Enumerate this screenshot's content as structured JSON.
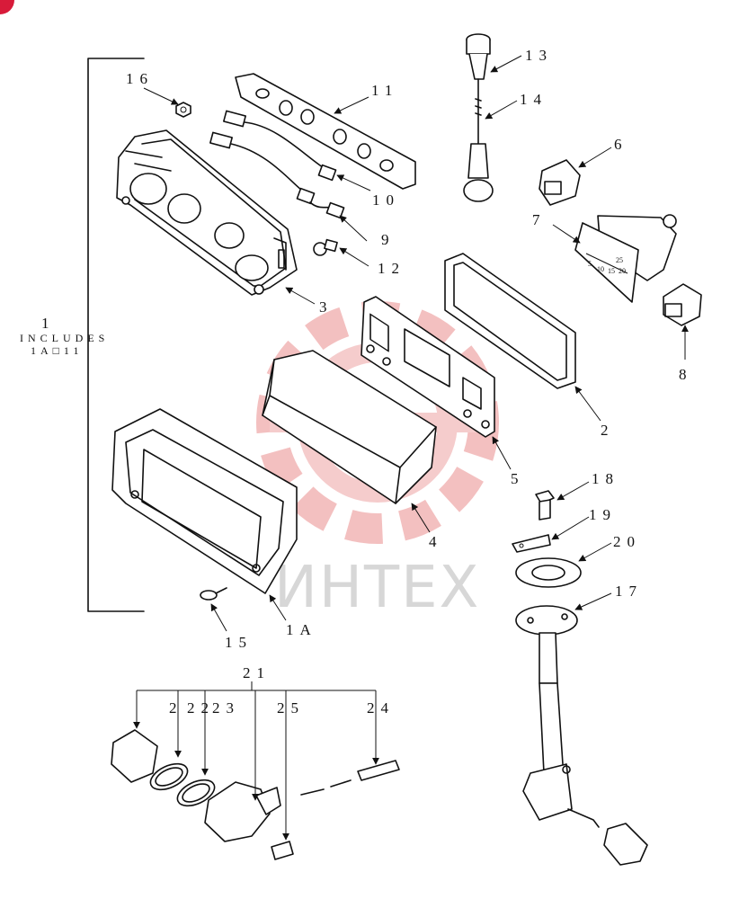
{
  "watermark": {
    "text": "ИНТЕХ",
    "color": "#f2b6b6"
  },
  "corner_badge": {
    "color": "#d81b3a"
  },
  "group": {
    "number": "1",
    "note_line1": "INCLUDES",
    "note_line2": "1A□11"
  },
  "callouts": {
    "c1a": "1A",
    "c2": "2",
    "c3": "3",
    "c4": "4",
    "c5": "5",
    "c6": "6",
    "c7": "7",
    "c8": "8",
    "c9": "9",
    "c10": "10",
    "c11": "11",
    "c12": "12",
    "c13": "13",
    "c14": "14",
    "c15": "15",
    "c16": "16",
    "c17": "17",
    "c18": "18",
    "c19": "19",
    "c20": "20",
    "c21": "21",
    "c22": "22",
    "c2b": "2",
    "c23": "23",
    "c24": "24",
    "c25": "25"
  },
  "gauge_scale": {
    "t1": "25",
    "t2": "5",
    "t3": "10",
    "t4": "15",
    "t5": "20"
  }
}
